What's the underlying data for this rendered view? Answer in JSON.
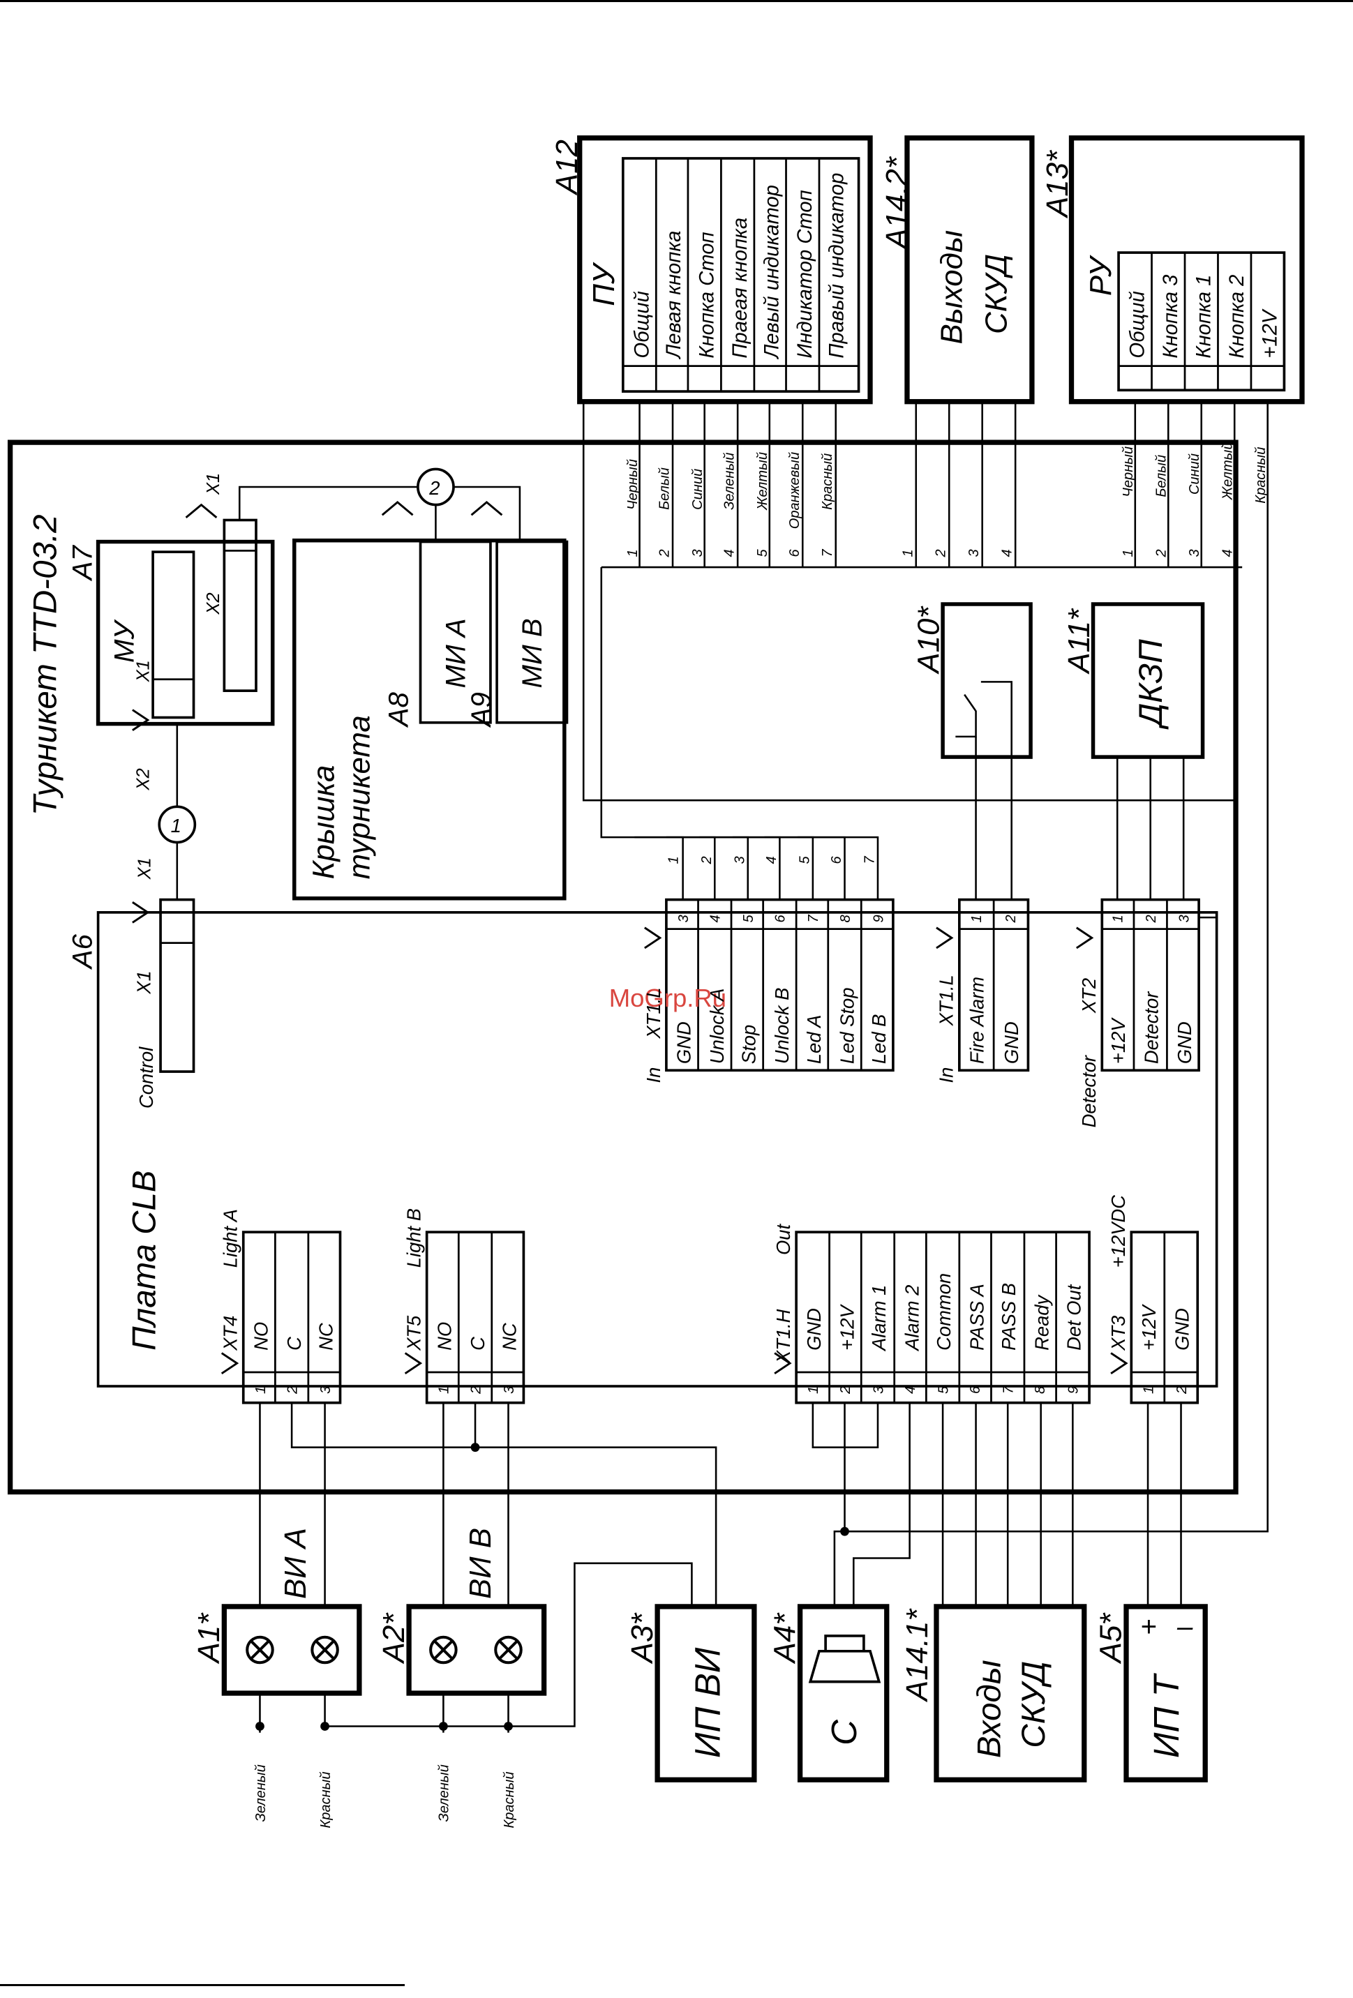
{
  "title": "Турникет TTD-03.2",
  "watermark": "MoGrp.Ru",
  "pu": {
    "id": "A12",
    "title": "ПУ",
    "rows": [
      "Общий",
      "Левая кнопка",
      "Кнопка Стоп",
      "Праеая кнопка",
      "Левый индикатор",
      "Индикатор Стоп",
      "Прaвый индикатор"
    ],
    "wires": [
      {
        "num": "1",
        "color": "Черный"
      },
      {
        "num": "2",
        "color": "Белый"
      },
      {
        "num": "3",
        "color": "Синий"
      },
      {
        "num": "4",
        "color": "Зеленый"
      },
      {
        "num": "5",
        "color": "Желтый"
      },
      {
        "num": "6",
        "color": "Оранжевый"
      },
      {
        "num": "7",
        "color": "Красный"
      }
    ]
  },
  "skud_out": {
    "id": "A14.2*",
    "line1": "Выходы",
    "line2": "СКУД",
    "nums": [
      "1",
      "2",
      "3",
      "4"
    ]
  },
  "ru": {
    "id": "A13*",
    "title": "РУ",
    "rows": [
      "Общий",
      "Кнопка 3",
      "Кнопка 1",
      "Кнопка 2",
      "+12V"
    ],
    "wires": [
      {
        "num": "1",
        "color": "Черный"
      },
      {
        "num": "2",
        "color": "Белый"
      },
      {
        "num": "3",
        "color": "Синий"
      },
      {
        "num": "4",
        "color": "Желтый"
      },
      {
        "num": "",
        "color": "Красный"
      }
    ]
  },
  "mu": {
    "id": "A7",
    "title": "МУ",
    "x1": "X1",
    "x2": "X2"
  },
  "cover": {
    "line1": "Крышка",
    "line2": "турникета"
  },
  "mi_a": {
    "id": "A8",
    "title": "МИ А"
  },
  "mi_b": {
    "id": "A9",
    "title": "МИ В"
  },
  "a10": {
    "id": "A10*"
  },
  "a11": {
    "id": "A11*",
    "title": "ДКЗП"
  },
  "board": {
    "id": "A6",
    "title": "Плата CLB",
    "control": "Control",
    "x1": "X1",
    "nodes": [
      "1",
      "2"
    ]
  },
  "xt1l_a": {
    "name": "XT1.L",
    "group": "In",
    "pins": [
      {
        "num": "3",
        "label": "GND"
      },
      {
        "num": "4",
        "label": "Unlock A"
      },
      {
        "num": "5",
        "label": "Stop"
      },
      {
        "num": "6",
        "label": "Unlock B"
      },
      {
        "num": "7",
        "label": "Led A"
      },
      {
        "num": "8",
        "label": "Led Stop"
      },
      {
        "num": "9",
        "label": "Led B"
      }
    ],
    "wire_nums": [
      "1",
      "2",
      "3",
      "4",
      "5",
      "6",
      "7"
    ]
  },
  "xt1l_b": {
    "name": "XT1.L",
    "group": "In",
    "pins": [
      {
        "num": "1",
        "label": "Fire Alarm"
      },
      {
        "num": "2",
        "label": "GND"
      }
    ]
  },
  "xt2": {
    "name": "XT2",
    "group": "Detector",
    "pins": [
      {
        "num": "1",
        "label": "+12V"
      },
      {
        "num": "2",
        "label": "Detector"
      },
      {
        "num": "3",
        "label": "GND"
      }
    ]
  },
  "xt4": {
    "name": "XT4",
    "group": "Light A",
    "pins": [
      {
        "num": "1",
        "label": "NO"
      },
      {
        "num": "2",
        "label": "C"
      },
      {
        "num": "3",
        "label": "NC"
      }
    ]
  },
  "xt5": {
    "name": "XT5",
    "group": "Light B",
    "pins": [
      {
        "num": "1",
        "label": "NO"
      },
      {
        "num": "2",
        "label": "C"
      },
      {
        "num": "3",
        "label": "NC"
      }
    ]
  },
  "xt1h": {
    "name": "XT1.H",
    "group": "Out",
    "pins": [
      {
        "num": "1",
        "label": "GND"
      },
      {
        "num": "2",
        "label": "+12V"
      },
      {
        "num": "3",
        "label": "Alarm 1"
      },
      {
        "num": "4",
        "label": "Alarm 2"
      },
      {
        "num": "5",
        "label": "Common"
      },
      {
        "num": "6",
        "label": "PASS A"
      },
      {
        "num": "7",
        "label": "PASS B"
      },
      {
        "num": "8",
        "label": "Ready"
      },
      {
        "num": "9",
        "label": "Det Out"
      }
    ]
  },
  "xt3": {
    "name": "XT3",
    "group": "+12VDC",
    "pins": [
      {
        "num": "1",
        "label": "+12V"
      },
      {
        "num": "2",
        "label": "GND"
      }
    ]
  },
  "a1": {
    "id": "A1*",
    "title": "ВИ А"
  },
  "a2": {
    "id": "A2*",
    "title": "ВИ В"
  },
  "lamp_wires": [
    "Зеленый",
    "Красный",
    "Зеленый",
    "Красный"
  ],
  "a3": {
    "id": "A3*",
    "title": "ИП ВИ"
  },
  "a4": {
    "id": "A4*",
    "title": "С"
  },
  "a14_1": {
    "id": "A14.1*",
    "line1": "Входы",
    "line2": "СКУД"
  },
  "a5": {
    "id": "A5*",
    "title": "ИП Т",
    "plus": "+",
    "minus": "–"
  }
}
